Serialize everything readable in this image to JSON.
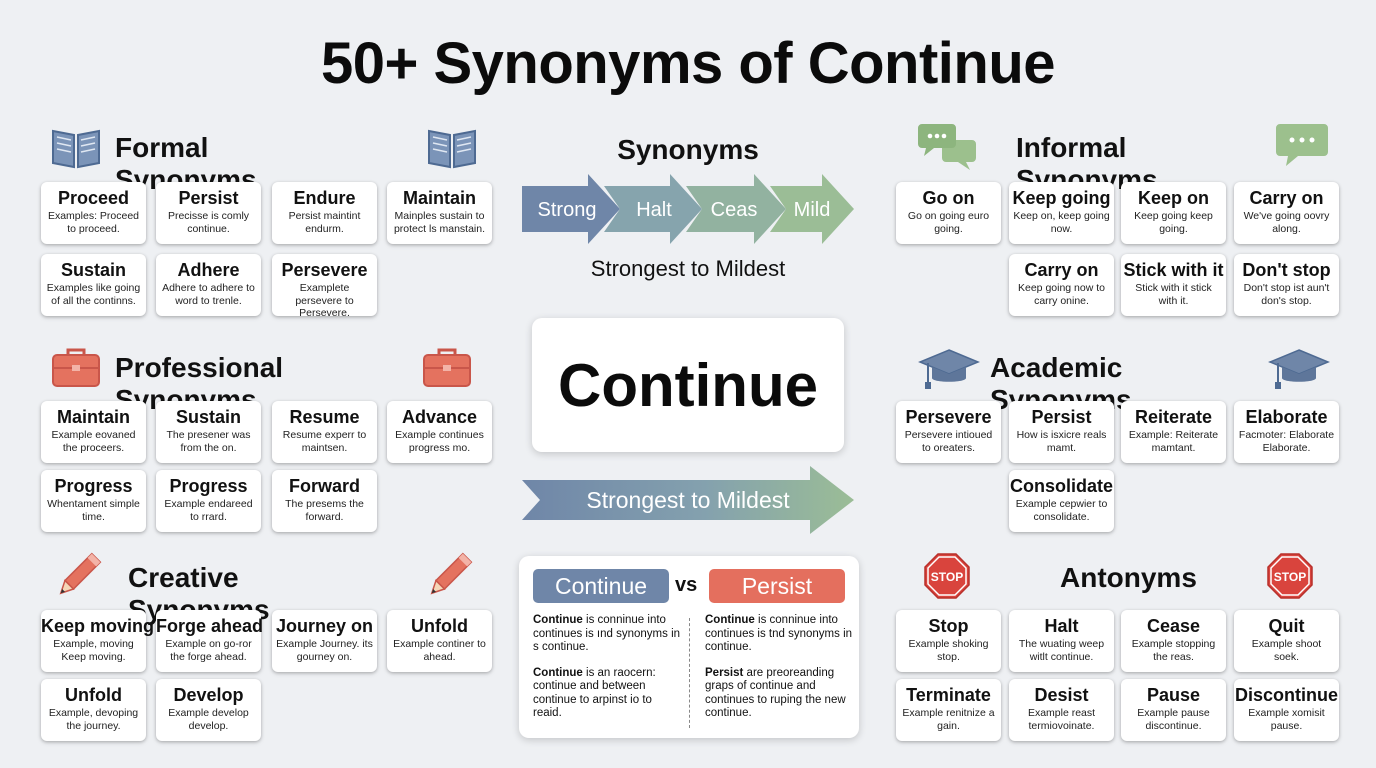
{
  "title": "50+ Synonyms of Continue",
  "formal": {
    "heading": "Formal Synonyms",
    "cards": [
      {
        "word": "Proceed",
        "example": "Examples: Proceed to proceed."
      },
      {
        "word": "Persist",
        "example": "Precisse is comly continue."
      },
      {
        "word": "Endure",
        "example": "Persist maintint endurm."
      },
      {
        "word": "Maintain",
        "example": "Mainples sustain to protect ls manstain."
      },
      {
        "word": "Sustain",
        "example": "Examples like going of all the continns."
      },
      {
        "word": "Adhere",
        "example": "Adhere to adhere to word to trenle."
      },
      {
        "word": "Persevere",
        "example": "Examplete persevere to Persevere."
      }
    ]
  },
  "professional": {
    "heading": "Professional Synonyms",
    "cards": [
      {
        "word": "Maintain",
        "example": "Example eovaned the proceers."
      },
      {
        "word": "Sustain",
        "example": "The presener was from the on."
      },
      {
        "word": "Resume",
        "example": "Resume experr to maintsen."
      },
      {
        "word": "Advance",
        "example": "Example continues progress mo."
      },
      {
        "word": "Progress",
        "example": "Whentament simple time."
      },
      {
        "word": "Progress",
        "example": "Example endareed to rrard."
      },
      {
        "word": "Forward",
        "example": "The presems the forward."
      }
    ]
  },
  "creative": {
    "heading": "Creative Synonyms",
    "cards": [
      {
        "word": "Keep moving",
        "example": "Example, moving Keep moving."
      },
      {
        "word": "Forge ahead",
        "example": "Example on go-ror the forge ahead."
      },
      {
        "word": "Journey on",
        "example": "Example Journey. its gourney on."
      },
      {
        "word": "Unfold",
        "example": "Example continer to ahead."
      },
      {
        "word": "Unfold",
        "example": "Example, devoping the journey."
      },
      {
        "word": "Develop",
        "example": "Example develop develop."
      }
    ]
  },
  "informal": {
    "heading": "Informal Synonyms",
    "cards": [
      {
        "word": "Go on",
        "example": "Go on going euro going."
      },
      {
        "word": "Keep going",
        "example": "Keep on, keep going now."
      },
      {
        "word": "Keep on",
        "example": "Keep going keep going."
      },
      {
        "word": "Carry on",
        "example": "We've going oovry along."
      },
      {
        "word": "Carry on",
        "example": "Keep going now to carry onine."
      },
      {
        "word": "Stick with it",
        "example": "Stick with it stick with it."
      },
      {
        "word": "Don't stop",
        "example": "Don't stop ist aun't don's stop."
      }
    ]
  },
  "academic": {
    "heading": "Academic Synonyms",
    "cards": [
      {
        "word": "Persevere",
        "example": "Persevere intioued to oreaters."
      },
      {
        "word": "Persist",
        "example": "How is isxicre reals mamt."
      },
      {
        "word": "Reiterate",
        "example": "Example: Reiterate mamtant."
      },
      {
        "word": "Elaborate",
        "example": "Facmoter: Elaborate Elaborate."
      },
      {
        "word": "Consolidate",
        "example": "Example cepwier to consolidate."
      }
    ]
  },
  "antonyms": {
    "heading": "Antonyms",
    "stop_sign_text": "STOP",
    "cards": [
      {
        "word": "Stop",
        "example": "Example shoking stop."
      },
      {
        "word": "Halt",
        "example": "The wuating weep witlt continue."
      },
      {
        "word": "Cease",
        "example": "Example stopping the reas."
      },
      {
        "word": "Quit",
        "example": "Example shoot soek."
      },
      {
        "word": "Terminate",
        "example": "Example renitnize a gain."
      },
      {
        "word": "Desist",
        "example": "Example reast termiovoinate."
      },
      {
        "word": "Pause",
        "example": "Example pause discontinue."
      },
      {
        "word": "Discontinue",
        "example": "Example xomisit pause."
      }
    ]
  },
  "scale": {
    "title": "Synonyms",
    "steps": [
      "Strong",
      "Halt",
      "Ceas",
      "Mild"
    ],
    "subtitle": "Strongest to Mildest",
    "arrow_label": "Strongest to Mildest"
  },
  "center_word": "Continue",
  "comparison": {
    "left_label": "Continue",
    "vs": "vs",
    "right_label": "Persist",
    "left_paragraphs": [
      {
        "bold": "Continue",
        "text": " is conninue into continues is ınd synonyms in s continue."
      },
      {
        "bold": "Continue",
        "text": " is an raocern: continue and between continue to arpinst io to reaid."
      }
    ],
    "right_paragraphs": [
      {
        "bold": "Continue",
        "text": " is conninue into continues is tnd synonyms in continue."
      },
      {
        "bold": "Persist",
        "text": " are preoreanding graps of continue and continues to ruping the new continue."
      }
    ]
  },
  "colors": {
    "blue": "#6f86a8",
    "teal": "#7ea5a4",
    "green": "#8fb08f",
    "red": "#e46f5e",
    "background": "#eef0f3"
  },
  "icons": {
    "formal": "open-book-icon",
    "professional": "briefcase-icon",
    "creative": "pencil-icon",
    "informal": "chat-bubbles-icon",
    "academic": "graduation-cap-icon",
    "antonyms": "stop-sign-icon"
  }
}
